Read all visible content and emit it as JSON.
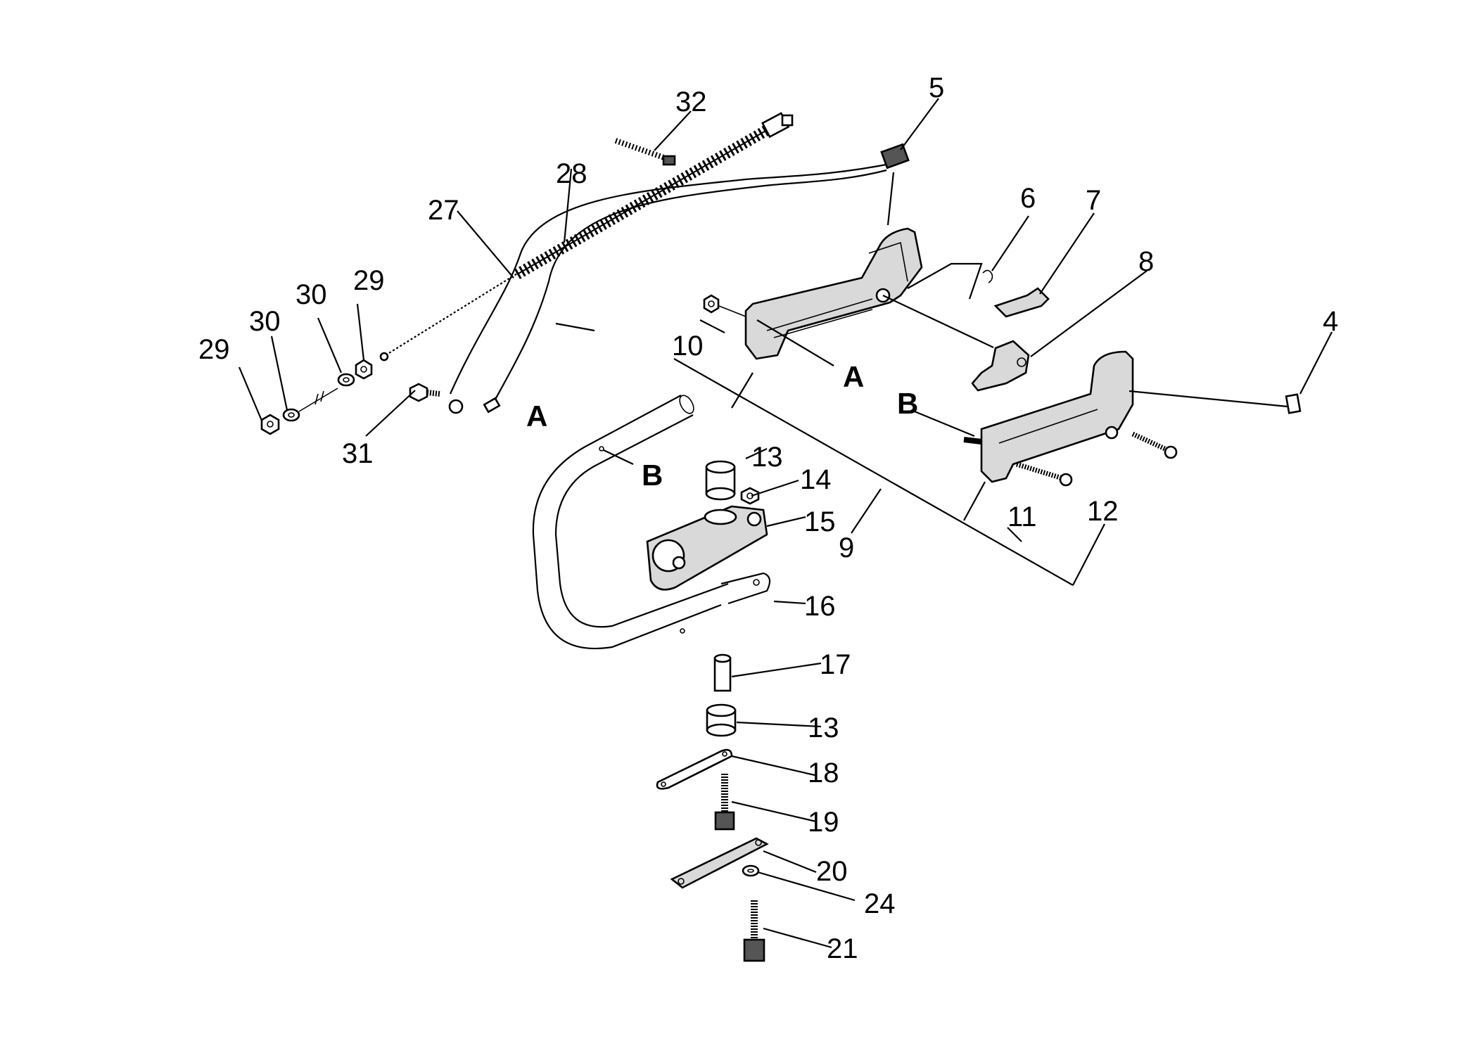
{
  "callouts": {
    "p4": "4",
    "p5": "5",
    "p6": "6",
    "p7": "7",
    "p8": "8",
    "p9": "9",
    "p10": "10",
    "p11": "11",
    "p12": "12",
    "p13a": "13",
    "p13b": "13",
    "p14": "14",
    "p15": "15",
    "p16": "16",
    "p17": "17",
    "p18": "18",
    "p19": "19",
    "p20": "20",
    "p21": "21",
    "p24": "24",
    "p27": "27",
    "p28": "28",
    "p29a": "29",
    "p29b": "29",
    "p30a": "30",
    "p30b": "30",
    "p31": "31",
    "p32": "32"
  },
  "refs": {
    "a1": "A",
    "a2": "A",
    "b1": "B",
    "b2": "B"
  }
}
